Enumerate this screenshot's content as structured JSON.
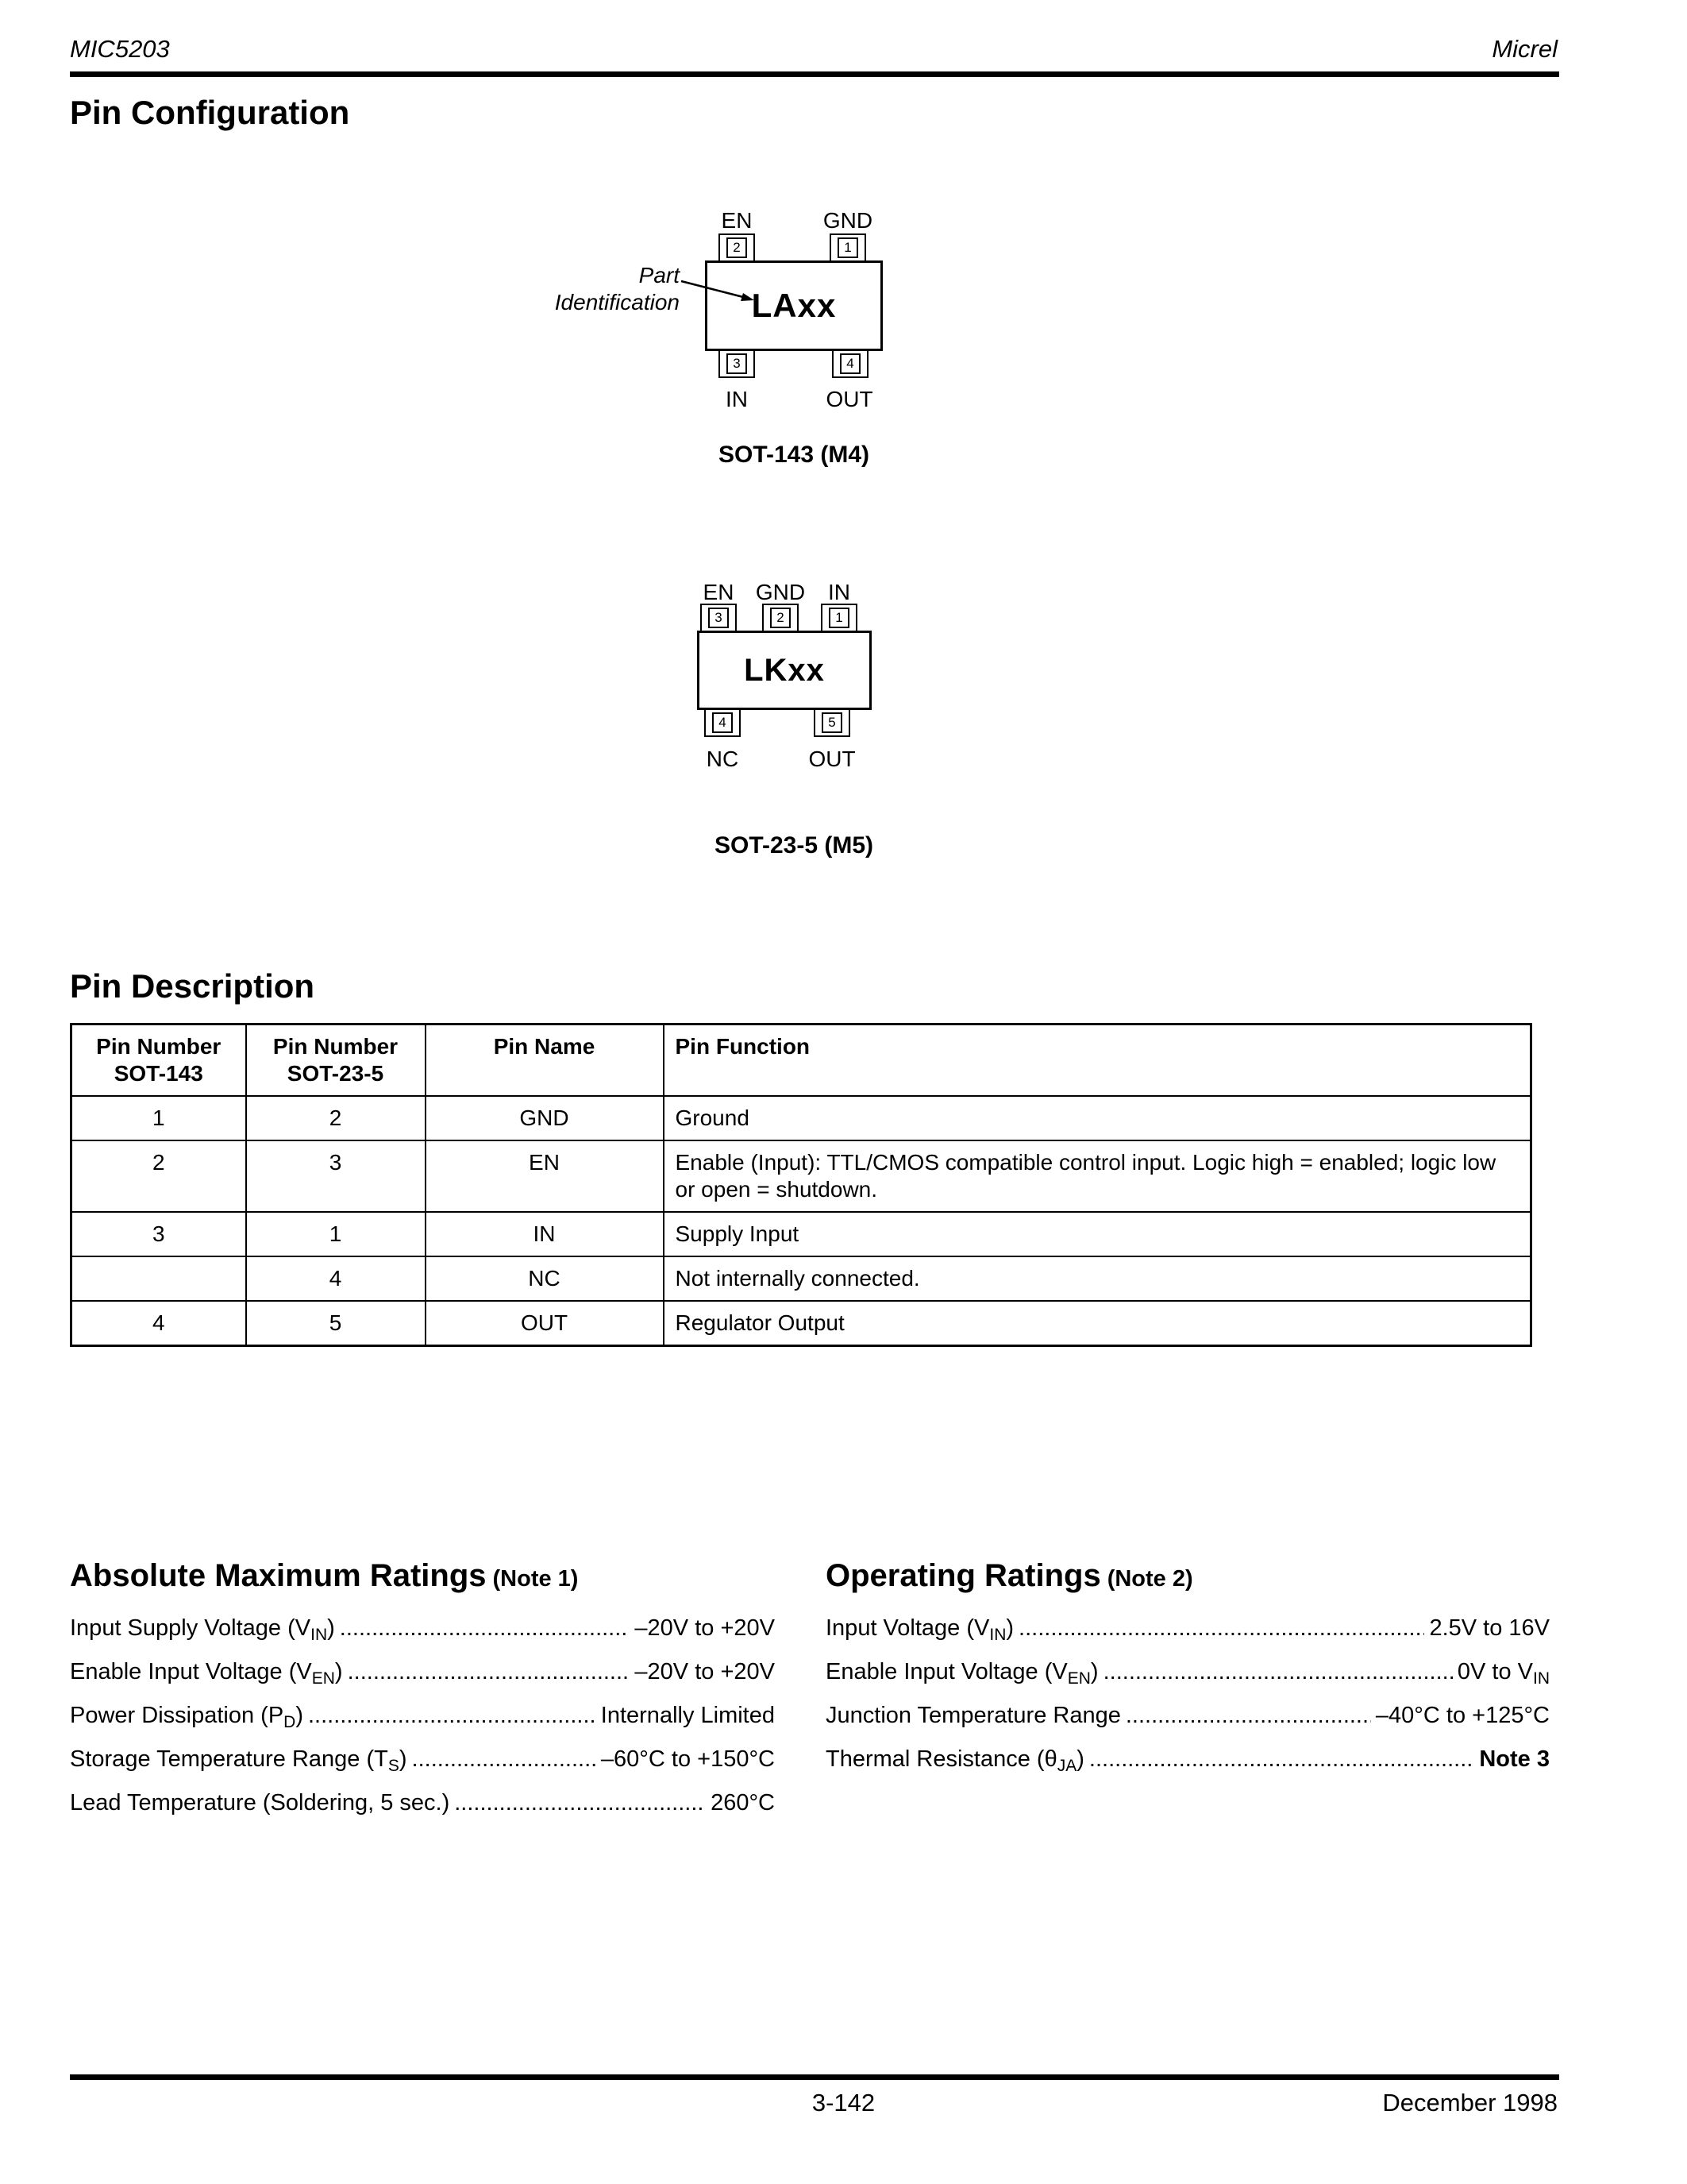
{
  "header": {
    "left": "MIC5203",
    "right": "Micrel"
  },
  "footer": {
    "page": "3-142",
    "date": "December 1998"
  },
  "pin_configuration": {
    "title": "Pin Configuration",
    "sot143": {
      "part_id_line1": "Part",
      "part_id_line2": "Identification",
      "chip_label": "LAxx",
      "caption": "SOT-143 (M4)",
      "pins": {
        "top": [
          {
            "num": "2",
            "label": "EN"
          },
          {
            "num": "1",
            "label": "GND"
          }
        ],
        "bottom": [
          {
            "num": "3",
            "label": "IN"
          },
          {
            "num": "4",
            "label": "OUT"
          }
        ]
      }
    },
    "sot235": {
      "chip_label": "LKxx",
      "caption": "SOT-23-5 (M5)",
      "pins": {
        "top": [
          {
            "num": "3",
            "label": "EN"
          },
          {
            "num": "2",
            "label": "GND"
          },
          {
            "num": "1",
            "label": "IN"
          }
        ],
        "bottom": [
          {
            "num": "4",
            "label": "NC"
          },
          {
            "num": "5",
            "label": "OUT"
          }
        ]
      }
    }
  },
  "pin_description": {
    "title": "Pin Description",
    "headers": [
      {
        "line1": "Pin Number",
        "line2": "SOT-143"
      },
      {
        "line1": "Pin Number",
        "line2": "SOT-23-5"
      },
      {
        "line1": "Pin Name",
        "line2": ""
      },
      {
        "line1": "Pin Function",
        "line2": ""
      }
    ],
    "rows": [
      {
        "sot143": "1",
        "sot235": "2",
        "name": "GND",
        "function": "Ground"
      },
      {
        "sot143": "2",
        "sot235": "3",
        "name": "EN",
        "function": "Enable (Input):  TTL/CMOS compatible control input. Logic high = enabled; logic low or open = shutdown."
      },
      {
        "sot143": "3",
        "sot235": "1",
        "name": "IN",
        "function": "Supply Input"
      },
      {
        "sot143": "",
        "sot235": "4",
        "name": "NC",
        "function": "Not internally connected."
      },
      {
        "sot143": "4",
        "sot235": "5",
        "name": "OUT",
        "function": "Regulator Output"
      }
    ]
  },
  "absolute_maximum_ratings": {
    "title": "Absolute Maximum Ratings",
    "note": "(Note 1)",
    "lines": [
      {
        "pre": "Input Supply Voltage (V",
        "sub": "IN",
        "post": ")",
        "value": "–20V to +20V",
        "value_sub": ""
      },
      {
        "pre": "Enable Input Voltage (V",
        "sub": "EN",
        "post": ")",
        "value": "–20V to +20V",
        "value_sub": ""
      },
      {
        "pre": "Power Dissipation (P",
        "sub": "D",
        "post": ")",
        "value": "Internally Limited",
        "value_sub": ""
      },
      {
        "pre": "Storage Temperature Range (T",
        "sub": "S",
        "post": ")",
        "value": "–60°C to +150°C",
        "value_sub": ""
      },
      {
        "pre": "Lead Temperature (Soldering, 5 sec.)",
        "sub": "",
        "post": "",
        "value": "260°C",
        "value_sub": ""
      }
    ]
  },
  "operating_ratings": {
    "title": "Operating Ratings",
    "note": "(Note 2)",
    "lines": [
      {
        "pre": "Input Voltage (V",
        "sub": "IN",
        "post": ")",
        "value": "2.5V to 16V",
        "value_sub": ""
      },
      {
        "pre": "Enable Input Voltage (V",
        "sub": "EN",
        "post": ")",
        "value": "0V to V",
        "value_sub": "IN"
      },
      {
        "pre": "Junction Temperature Range",
        "sub": "",
        "post": "",
        "value": "–40°C to +125°C",
        "value_sub": ""
      },
      {
        "pre": "Thermal Resistance (θ",
        "sub": "JA",
        "post": ")",
        "value": "Note 3",
        "value_sub": ""
      }
    ]
  },
  "leader_dots": "........................................................................................................................"
}
